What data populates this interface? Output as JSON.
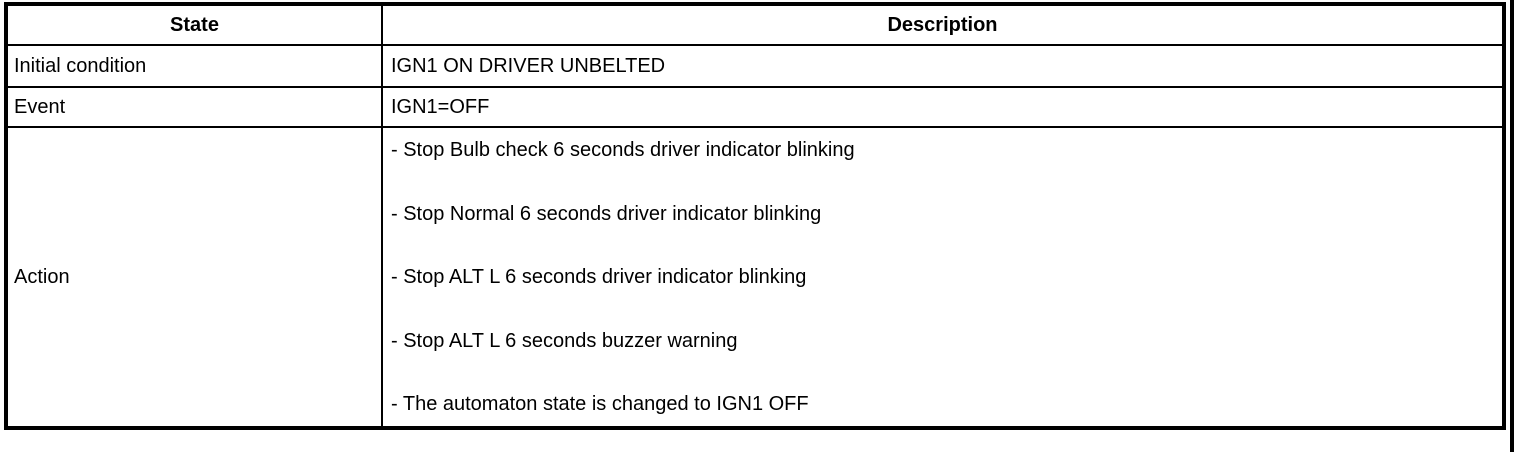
{
  "colors": {
    "border": "#000000",
    "text": "#000000",
    "background": "#ffffff"
  },
  "table": {
    "headers": {
      "state": "State",
      "description": "Description"
    },
    "rows": [
      {
        "state": "Initial condition",
        "description": "IGN1 ON DRIVER UNBELTED"
      },
      {
        "state": "Event",
        "description": "IGN1=OFF"
      },
      {
        "state": "Action",
        "description_items": [
          "- Stop Bulb check 6 seconds driver indicator blinking",
          "- Stop Normal 6 seconds driver indicator blinking",
          "- Stop ALT L 6 seconds driver indicator blinking",
          "- Stop ALT L 6 seconds buzzer warning",
          "- The automaton state is changed to IGN1 OFF"
        ]
      }
    ]
  }
}
